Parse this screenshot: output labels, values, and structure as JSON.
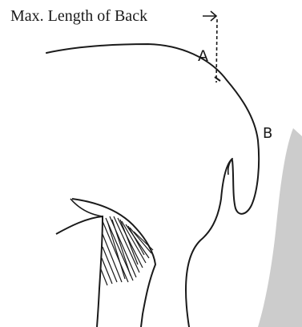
{
  "annotation": {
    "title": "Max. Length of Back",
    "point_a": "A",
    "point_b": "B"
  },
  "colors": {
    "ink": "#1a1a1a",
    "shadow": "#cccccc",
    "background": "#ffffff"
  },
  "icons": {
    "arrow": "arrow-right-icon"
  }
}
